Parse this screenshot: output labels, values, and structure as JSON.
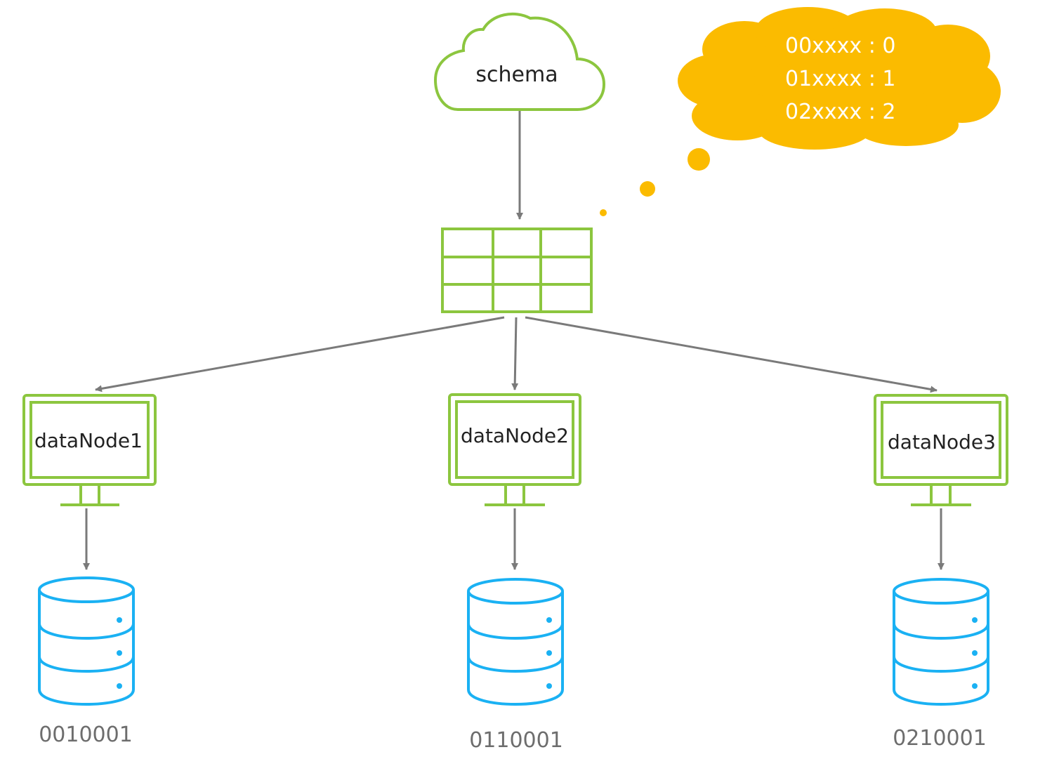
{
  "colors": {
    "green": "#8cc63f",
    "blue": "#1ab1f3",
    "arrow": "#7a7a7a",
    "thought": "#fbbb00",
    "text_dark": "#222222",
    "text_gray": "#6d6d6d"
  },
  "schema": {
    "label": "schema",
    "icon": "cloud-icon"
  },
  "routing_table": {
    "icon": "table-grid-icon"
  },
  "mapping_bubble": {
    "icon": "thought-cloud-icon",
    "rules": [
      "00xxxx : 0",
      "01xxxx : 1",
      "02xxxx : 2"
    ]
  },
  "nodes": [
    {
      "label": "dataNode1",
      "icon": "monitor-icon",
      "storage": {
        "icon": "database-icon",
        "id": "0010001"
      }
    },
    {
      "label": "dataNode2",
      "icon": "monitor-icon",
      "storage": {
        "icon": "database-icon",
        "id": "0110001"
      }
    },
    {
      "label": "dataNode3",
      "icon": "monitor-icon",
      "storage": {
        "icon": "database-icon",
        "id": "0210001"
      }
    }
  ]
}
